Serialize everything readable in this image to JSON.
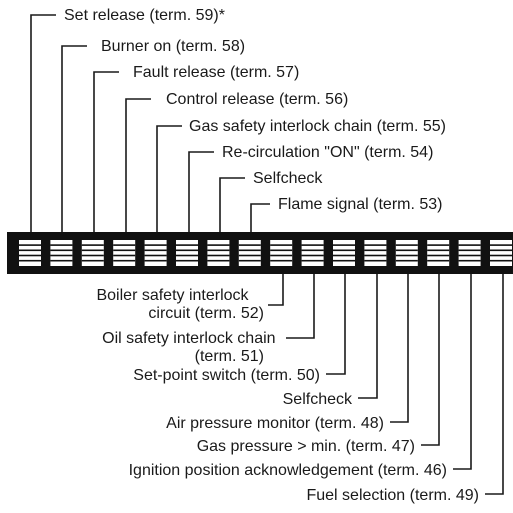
{
  "top_labels": [
    "Set release (term. 59)*",
    "Burner on (term. 58)",
    "Fault release (term. 57)",
    "Control release (term. 56)",
    "Gas safety interlock chain (term. 55)",
    "Re-circulation \"ON\" (term. 54)",
    "Selfcheck",
    "Flame signal (term. 53)"
  ],
  "bottom_labels": [
    [
      "Boiler safety interlock",
      "circuit (term. 52)"
    ],
    [
      "Oil safety interlock chain",
      "(term. 51)"
    ],
    [
      "Set-point switch (term. 50)"
    ],
    [
      "Selfcheck"
    ],
    [
      "Air pressure monitor (term. 48)"
    ],
    [
      "Gas pressure > min. (term. 47)"
    ],
    [
      "Ignition position acknowledgement (term. 46)"
    ],
    [
      "Fuel selection (term. 49)"
    ]
  ]
}
